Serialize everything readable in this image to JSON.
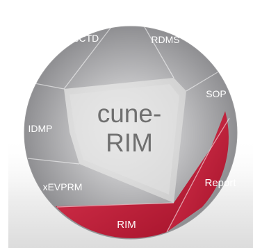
{
  "diagram": {
    "center": {
      "line1": "cune-",
      "line2": "RIM"
    },
    "segments": [
      {
        "key": "ectd",
        "label": "eCTD",
        "highlighted": false
      },
      {
        "key": "rdms",
        "label": "RDMS",
        "highlighted": false
      },
      {
        "key": "sop",
        "label": "SOP",
        "highlighted": false
      },
      {
        "key": "report",
        "label": "Report",
        "highlighted": true
      },
      {
        "key": "rim",
        "label": "RIM",
        "highlighted": true
      },
      {
        "key": "xevprm",
        "label": "xEVPRM",
        "highlighted": false
      },
      {
        "key": "idmp",
        "label": "IDMP",
        "highlighted": false
      }
    ]
  },
  "colors": {
    "gray_light": "#b6b6b8",
    "gray_dark": "#8d8d90",
    "red": "#c5213a",
    "red_dark": "#9a1127",
    "center_fill": "#dedede",
    "center_text": "#6f6f6f",
    "backdrop": "#e2e2e2"
  }
}
